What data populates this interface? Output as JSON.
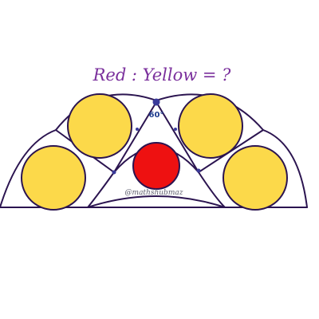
{
  "title": "Red : Yellow = ?",
  "angle_label": "60°",
  "watermark": "@mathshubmaz",
  "colors": {
    "outline": "#2b1450",
    "yellow": "#fcd94a",
    "red": "#ee1111",
    "title": "#7a2f9c",
    "angle": "#1f3d8f",
    "point": "#3a3a9a"
  }
}
